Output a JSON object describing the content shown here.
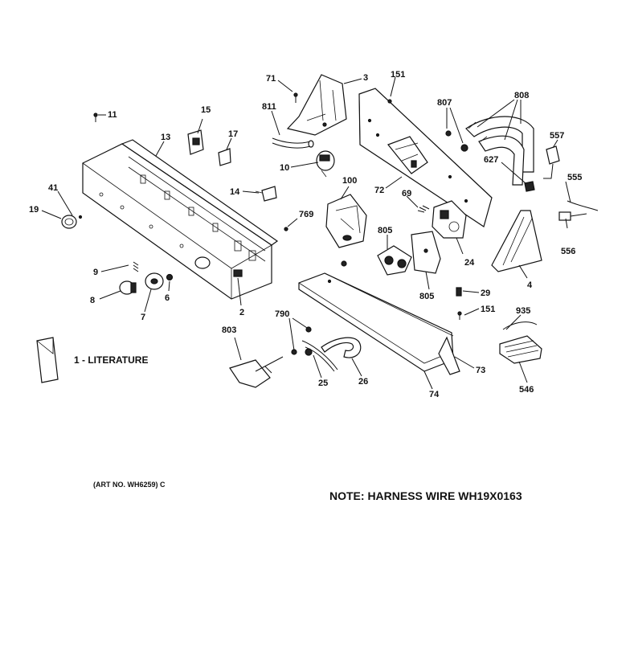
{
  "callouts": [
    "71",
    "3",
    "151",
    "807",
    "808",
    "811",
    "15",
    "17",
    "11",
    "13",
    "557",
    "10",
    "627",
    "555",
    "72",
    "69",
    "100",
    "14",
    "41",
    "19",
    "769",
    "805",
    "556",
    "24",
    "4",
    "9",
    "805",
    "29",
    "8",
    "6",
    "7",
    "2",
    "151",
    "790",
    "935",
    "803",
    "25",
    "26",
    "73",
    "74",
    "546"
  ],
  "literature_label": "1 - LITERATURE",
  "art_number": "(ART NO. WH6259) C",
  "note": "NOTE: HARNESS WIRE WH19X0163"
}
